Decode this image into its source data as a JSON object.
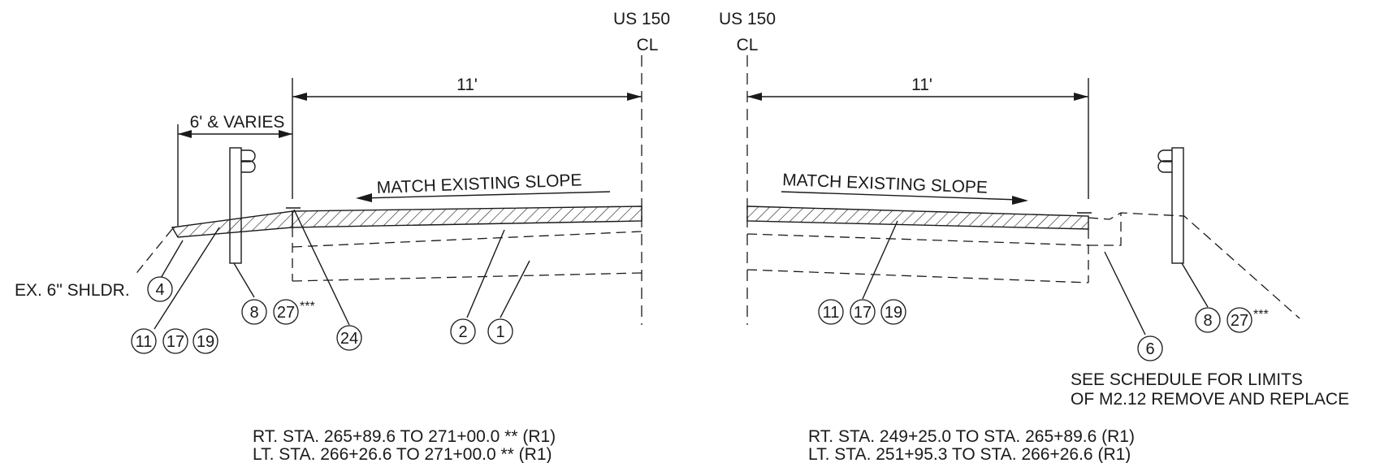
{
  "left_section": {
    "centerline": {
      "route": "US 150",
      "cl": "CL"
    },
    "lane_width": "11'",
    "shoulder_width": "6' & VARIES",
    "slope_note": "MATCH EXISTING SLOPE",
    "ex_shoulder_note": "EX. 6\" SHLDR.",
    "callouts": [
      "4",
      "11",
      "17",
      "19",
      "8",
      "27",
      "24",
      "2",
      "1"
    ],
    "asterisks": "***",
    "station_lines": [
      "RT. STA. 265+89.6 TO 271+00.0 ** (R1)",
      "LT. STA. 266+26.6 TO 271+00.0 ** (R1)"
    ]
  },
  "right_section": {
    "centerline": {
      "route": "US 150",
      "cl": "CL"
    },
    "lane_width": "11'",
    "slope_note": "MATCH EXISTING SLOPE",
    "callouts": [
      "11",
      "17",
      "19",
      "6",
      "8",
      "27"
    ],
    "asterisks": "***",
    "schedule_note": [
      "SEE SCHEDULE FOR LIMITS",
      "OF M2.12 REMOVE AND REPLACE"
    ],
    "station_lines": [
      "RT. STA. 249+25.0 TO STA. 265+89.6 (R1)",
      "LT. STA. 251+95.3 TO STA. 266+26.6 (R1)"
    ]
  }
}
